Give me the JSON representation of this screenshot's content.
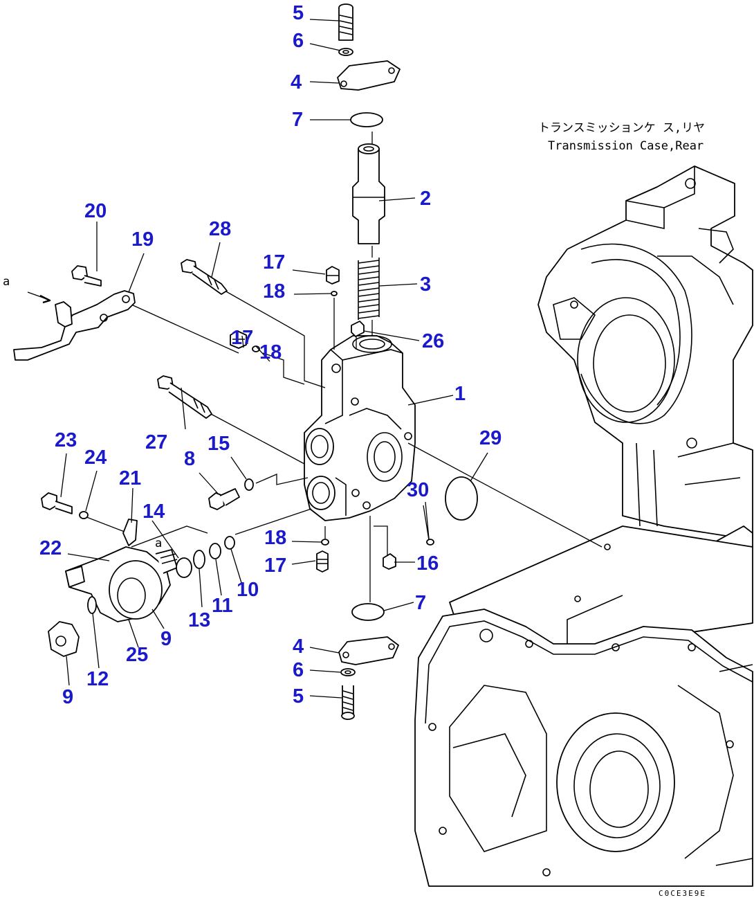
{
  "caption": {
    "japanese": "トランスミッションケ ス,リヤ",
    "english": "Transmission Case,Rear"
  },
  "view_marker": "a",
  "drawing_code": "C0CE3E9E",
  "callouts": [
    {
      "id": "5",
      "label": "5"
    },
    {
      "id": "6",
      "label": "6"
    },
    {
      "id": "4",
      "label": "4"
    },
    {
      "id": "7",
      "label": "7"
    },
    {
      "id": "2",
      "label": "2"
    },
    {
      "id": "3",
      "label": "3"
    },
    {
      "id": "17",
      "label": "17"
    },
    {
      "id": "18",
      "label": "18"
    },
    {
      "id": "26",
      "label": "26"
    },
    {
      "id": "1",
      "label": "1"
    },
    {
      "id": "20",
      "label": "20"
    },
    {
      "id": "19",
      "label": "19"
    },
    {
      "id": "28",
      "label": "28"
    },
    {
      "id": "27",
      "label": "27"
    },
    {
      "id": "15",
      "label": "15"
    },
    {
      "id": "8",
      "label": "8"
    },
    {
      "id": "29",
      "label": "29"
    },
    {
      "id": "30",
      "label": "30"
    },
    {
      "id": "16",
      "label": "16"
    },
    {
      "id": "23",
      "label": "23"
    },
    {
      "id": "24",
      "label": "24"
    },
    {
      "id": "21",
      "label": "21"
    },
    {
      "id": "14",
      "label": "14"
    },
    {
      "id": "22",
      "label": "22"
    },
    {
      "id": "13",
      "label": "13"
    },
    {
      "id": "11",
      "label": "11"
    },
    {
      "id": "10",
      "label": "10"
    },
    {
      "id": "25",
      "label": "25"
    },
    {
      "id": "9",
      "label": "9"
    },
    {
      "id": "12",
      "label": "12"
    }
  ]
}
